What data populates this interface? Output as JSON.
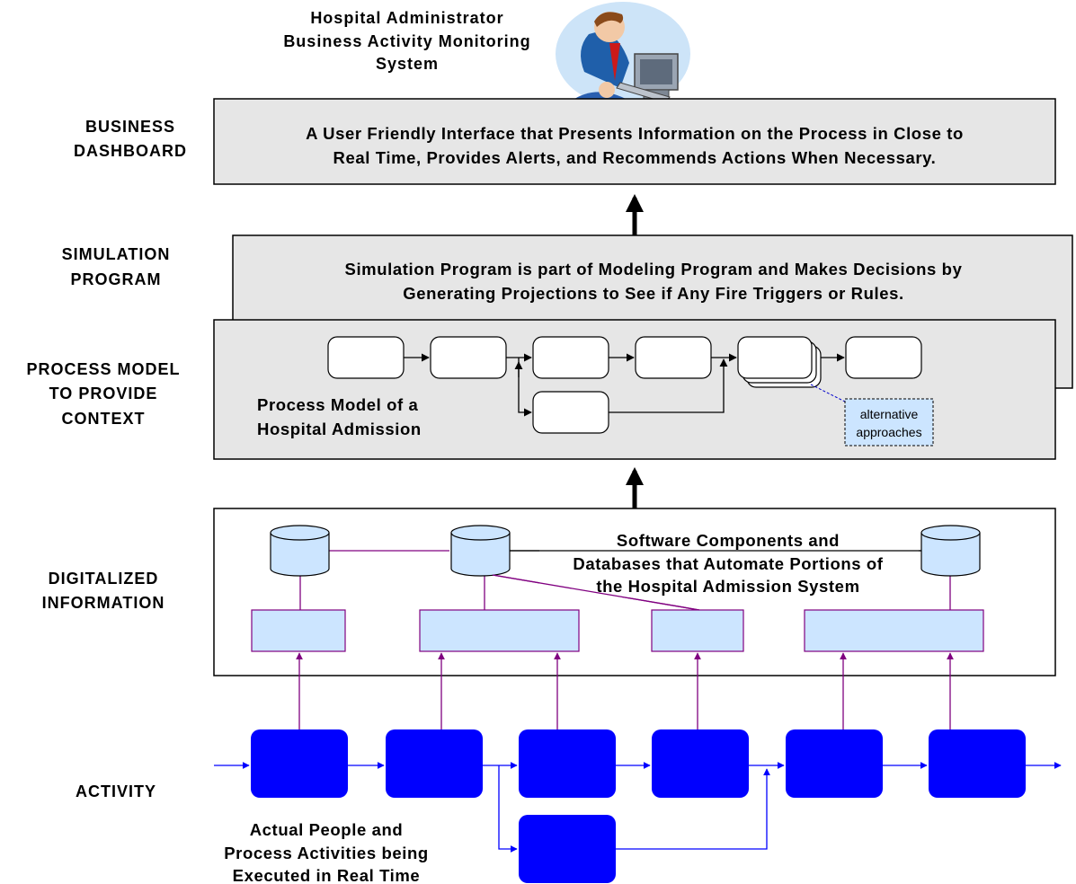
{
  "header": {
    "title_lines": [
      "Hospital Administrator",
      "Business Activity Monitoring",
      "System"
    ]
  },
  "row_labels": {
    "dashboard": [
      "BUSINESS",
      "DASHBOARD"
    ],
    "simulation": [
      "SIMULATION",
      "PROGRAM"
    ],
    "process_model": [
      "PROCESS MODEL",
      "TO PROVIDE",
      "CONTEXT"
    ],
    "digitalized": [
      "DIGITALIZED",
      "INFORMATION"
    ],
    "activity": [
      "ACTIVITY"
    ]
  },
  "dashboard_box": {
    "lines": [
      "A User Friendly Interface that Presents Information on the Process in Close to",
      "Real Time, Provides Alerts, and Recommends Actions When Necessary."
    ]
  },
  "simulation_box": {
    "lines": [
      "Simulation Program is part of Modeling Program and Makes Decisions by",
      "Generating Projections to See if Any Fire Triggers or Rules."
    ]
  },
  "process_model_box": {
    "lines": [
      "Process Model of a",
      "Hospital Admission"
    ],
    "callout_lines": [
      "alternative",
      "approaches"
    ]
  },
  "digital_box": {
    "lines": [
      "Software Components and",
      "Databases that Automate Portions of",
      "the Hospital Admission System"
    ]
  },
  "activity_caption": {
    "lines": [
      "Actual People and",
      "Process Activities being",
      "Executed in Real Time"
    ]
  },
  "colors": {
    "panel_gray": "#e6e6e6",
    "light_blue": "#cce5ff",
    "activity_blue": "#0000ff",
    "connector_purple": "#800080",
    "callout_border": "#0000cc"
  }
}
